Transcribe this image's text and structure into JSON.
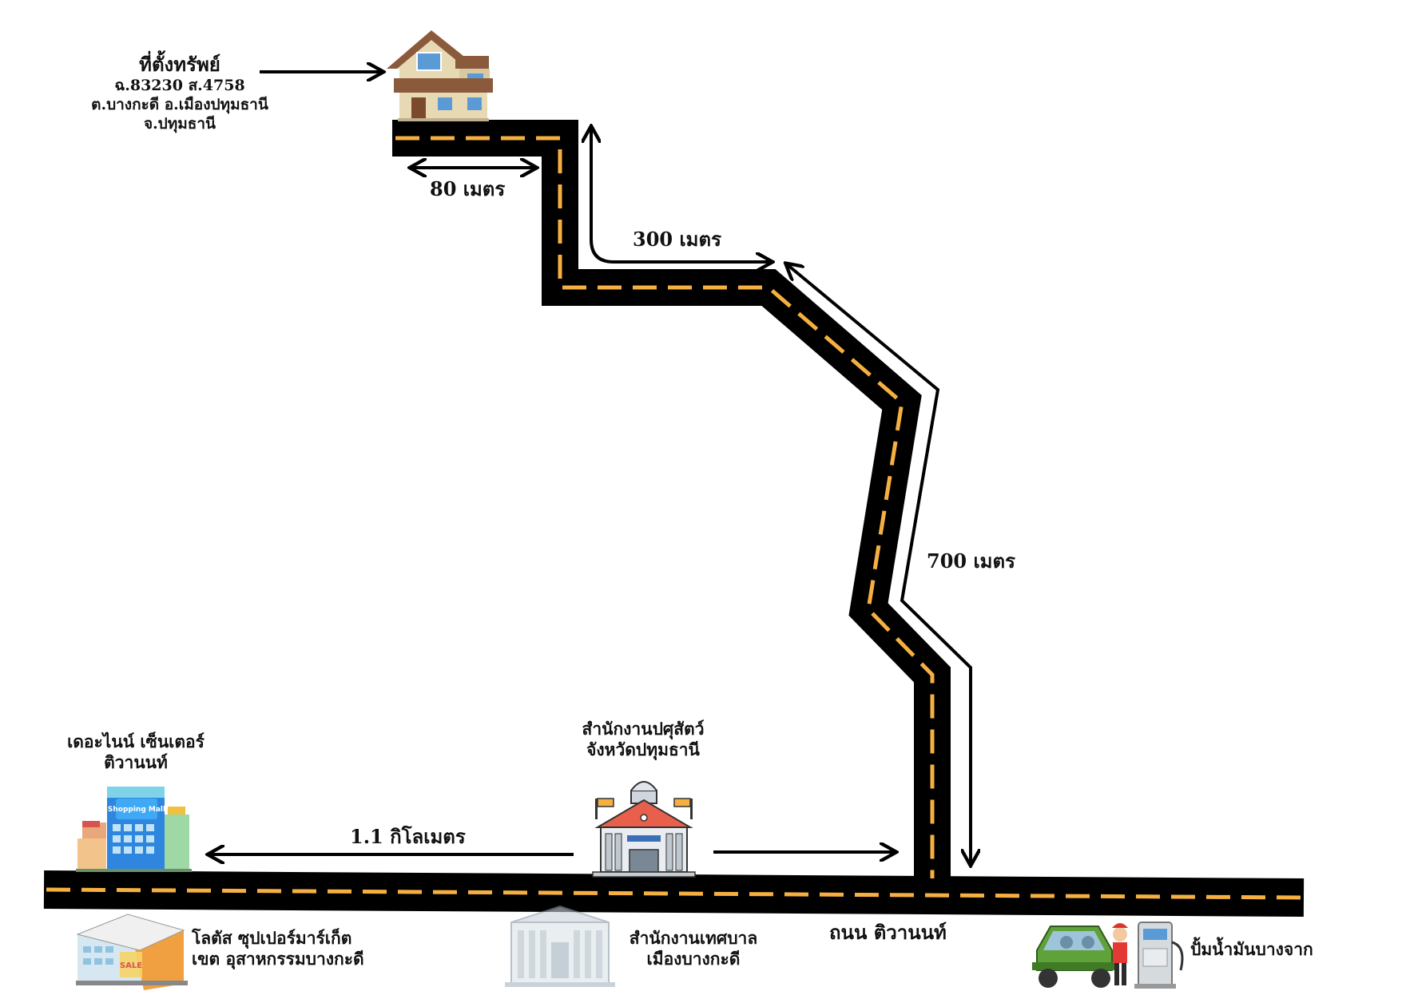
{
  "property": {
    "title": "ที่ตั้งทรัพย์",
    "line1": "ฉ.83230   ส.4758",
    "line2": "ต.บางกะดี   อ.เมืองปทุมธานี",
    "line3": "จ.ปทุมธานี"
  },
  "distances": {
    "d80": "80 เมตร",
    "d300": "300 เมตร",
    "d700": "700 เมตร",
    "d1100": "1.1 กิโลเมตร"
  },
  "landmarks": {
    "mall_line1": "เดอะไนน์ เซ็นเตอร์",
    "mall_line2": "ติวานนท์",
    "mall_sign": "Shopping Mall",
    "livestock_line1": "สำนักงานปศุสัตว์",
    "livestock_line2": "จังหวัดปทุมธานี",
    "lotus_line1": "โลตัส ซุปเปอร์มาร์เก็ต",
    "lotus_line2": "เขต อุสาหกรรมบางกะดี",
    "lotus_sign": "SALE",
    "municipal_line1": "สำนักงานเทศบาล",
    "municipal_line2": "เมืองบางกะดี",
    "gas_station": "ปั้มน้ำมันบางจาก"
  },
  "road_name": "ถนน ติวานนท์",
  "colors": {
    "road": "#000000",
    "lane_marking": "#F5B041",
    "arrow": "#000000",
    "text": "#111111"
  },
  "icons": [
    "house-icon",
    "shopping-mall-icon",
    "government-building-icon",
    "supermarket-icon",
    "municipal-building-icon",
    "car-icon",
    "gas-pump-icon"
  ]
}
